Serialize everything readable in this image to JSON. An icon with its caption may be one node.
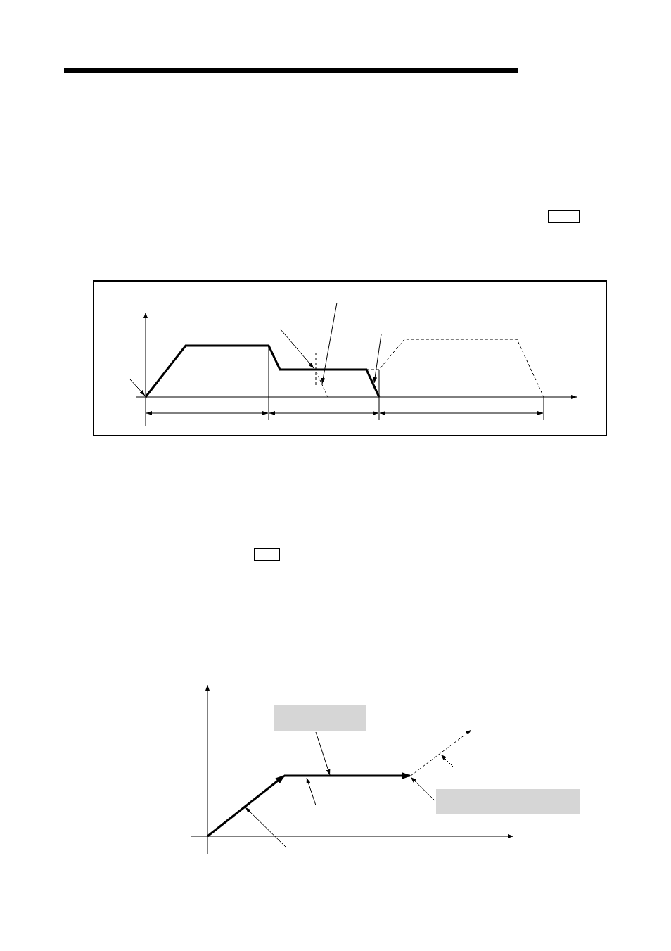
{
  "diagram": {
    "nodes": [
      {
        "text": [],
        "shape": "box"
      },
      {
        "text": [],
        "shape": "box"
      },
      {
        "text": [],
        "shape": "box"
      },
      {
        "text": [],
        "shape": "box"
      },
      {
        "text": [],
        "shape": "box"
      }
    ],
    "edges": [
      {
        "from": 3,
        "to": null,
        "arrow": "to"
      },
      {
        "from": 4,
        "to": null,
        "arrow": "to"
      }
    ]
  }
}
